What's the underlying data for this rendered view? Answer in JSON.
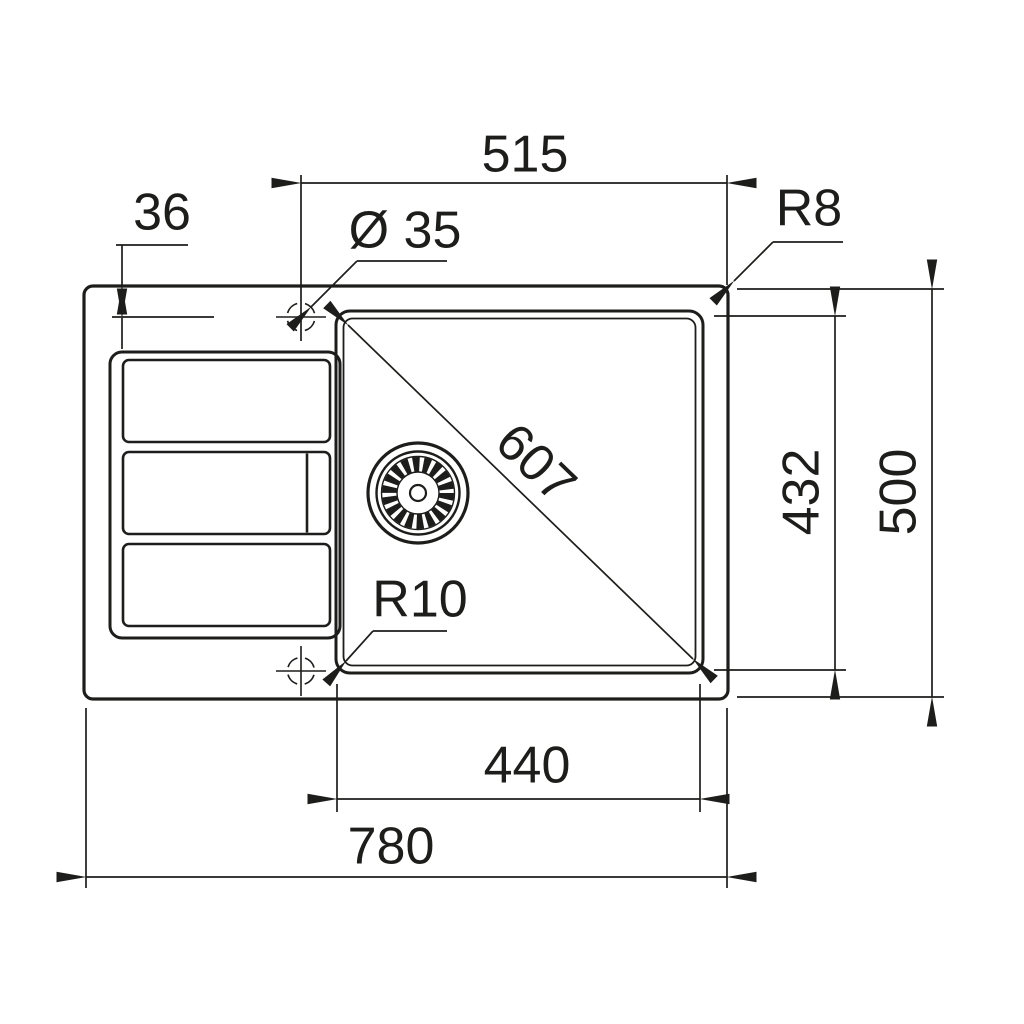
{
  "diagram": {
    "kind": "technical-dimension-drawing",
    "subject": "kitchen sink top view with drainboard, bowl and drain strainer"
  },
  "colors": {
    "line": "#1d1d1b",
    "background": "#ffffff"
  },
  "labels": {
    "hole_to_right_edge": "515",
    "hole_to_top_edge": "36",
    "hole_diameter": "Ø 35",
    "outer_corner_radius": "R8",
    "bowl_diagonal": "607",
    "bowl_depth": "432",
    "total_depth": "500",
    "bowl_corner_radius": "R10",
    "bowl_width": "440",
    "total_width": "780"
  }
}
